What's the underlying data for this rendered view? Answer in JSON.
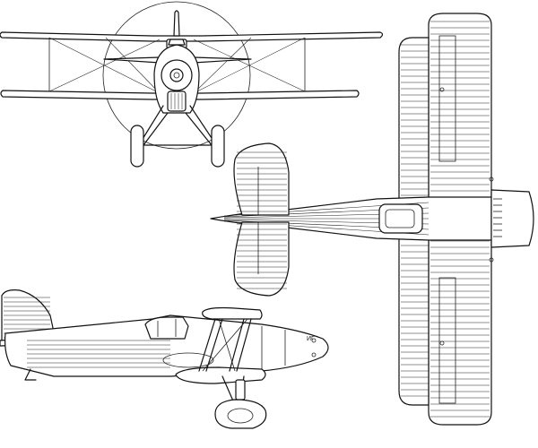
{
  "drawing": {
    "views": [
      {
        "id": "front",
        "name": "front-view"
      },
      {
        "id": "top",
        "name": "top-view"
      },
      {
        "id": "side",
        "name": "side-view"
      }
    ],
    "fuselage_marking": "ИГ"
  }
}
